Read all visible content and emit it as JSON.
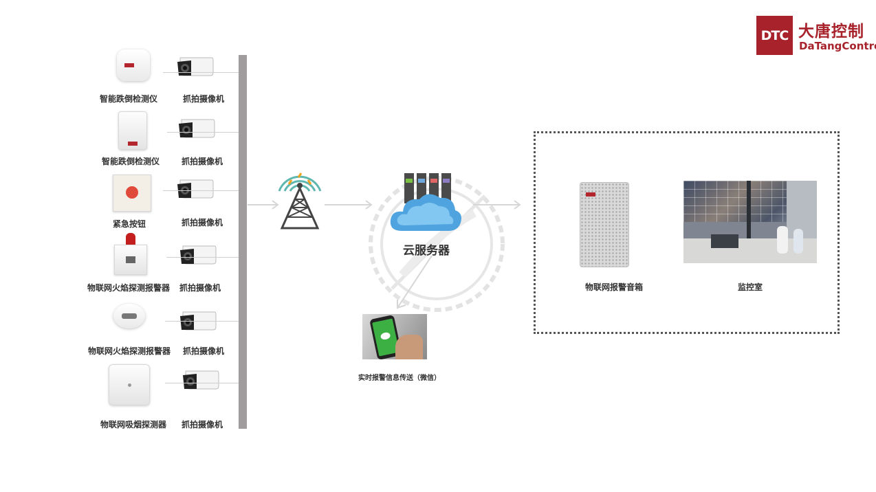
{
  "logo": {
    "abbr": "DTC",
    "name_cn": "大唐控制",
    "name_en": "DaTangControl",
    "brand_color": "#a7222a"
  },
  "devices": [
    {
      "name": "智能跌倒检测仪",
      "camera": "抓拍摄像机"
    },
    {
      "name": "智能跌倒检测仪",
      "camera": "抓拍摄像机"
    },
    {
      "name": "紧急按钮",
      "camera": "抓拍摄像机"
    },
    {
      "name": "物联网火焰探测报警器",
      "camera": "抓拍摄像机"
    },
    {
      "name": "物联网火焰探测报警器",
      "camera": "抓拍摄像机"
    },
    {
      "name": "物联网吸烟探测器",
      "camera": "抓拍摄像机"
    }
  ],
  "cloud": {
    "label": "云服务器"
  },
  "wechat": {
    "label": "实时报警信息传送（微信）"
  },
  "outputs": {
    "speaker": "物联网报警音箱",
    "monitor_room": "监控室"
  },
  "icons": {
    "tower": "signal-tower-icon",
    "cloud": "cloud-server-icon",
    "phone": "smartphone-wechat-icon",
    "camera": "bullet-camera-icon"
  }
}
